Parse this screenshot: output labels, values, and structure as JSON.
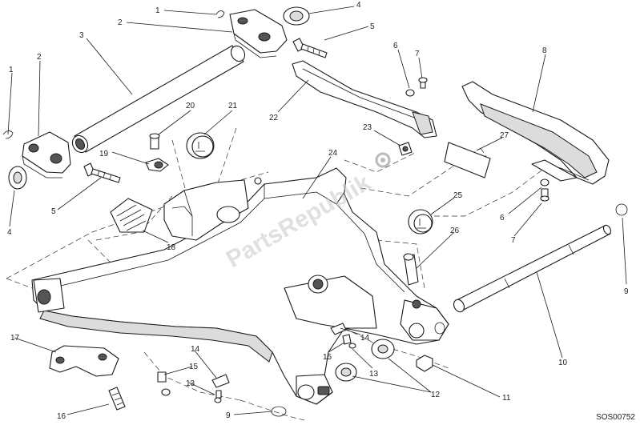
{
  "document_code": "SOS00752",
  "watermark": "PartsRepublik",
  "callouts": [
    {
      "label": "1"
    },
    {
      "label": "2"
    },
    {
      "label": "3"
    },
    {
      "label": "4"
    },
    {
      "label": "5"
    },
    {
      "label": "6"
    },
    {
      "label": "7"
    },
    {
      "label": "8"
    },
    {
      "label": "1"
    },
    {
      "label": "2"
    },
    {
      "label": "22"
    },
    {
      "label": "20"
    },
    {
      "label": "21"
    },
    {
      "label": "23"
    },
    {
      "label": "27"
    },
    {
      "label": "19"
    },
    {
      "label": "24"
    },
    {
      "label": "4"
    },
    {
      "label": "5"
    },
    {
      "label": "18"
    },
    {
      "label": "25"
    },
    {
      "label": "6"
    },
    {
      "label": "26"
    },
    {
      "label": "7"
    },
    {
      "label": "9"
    },
    {
      "label": "14"
    },
    {
      "label": "15"
    },
    {
      "label": "13"
    },
    {
      "label": "10"
    },
    {
      "label": "17"
    },
    {
      "label": "14"
    },
    {
      "label": "15"
    },
    {
      "label": "13"
    },
    {
      "label": "11"
    },
    {
      "label": "16"
    },
    {
      "label": "9"
    },
    {
      "label": "12"
    }
  ]
}
